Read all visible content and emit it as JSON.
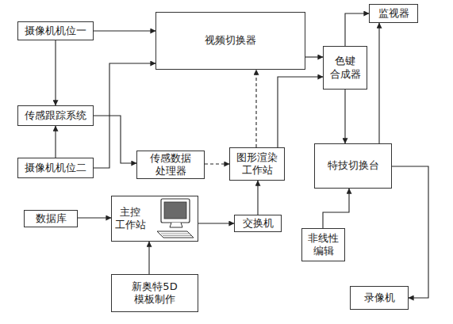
{
  "diagram": {
    "nodes": [
      {
        "text": [
          "摄像机机位一"
        ]
      },
      {
        "text": [
          "视频切换器"
        ]
      },
      {
        "text": [
          "色键 合成器"
        ]
      },
      {
        "text": [
          "监视器"
        ]
      },
      {
        "text": [
          "传感跟踪系统"
        ]
      },
      {
        "text": [
          "摄像机机位二"
        ]
      },
      {
        "text": [
          "传感数据 处理器"
        ]
      },
      {
        "text": [
          "图形渲染 工作站"
        ]
      },
      {
        "text": [
          "特技切换台"
        ]
      },
      {
        "text": [
          "数据库"
        ]
      },
      {
        "text": [
          "主控 工作站"
        ]
      },
      {
        "text": [
          "交换机"
        ]
      },
      {
        "text": [
          "非线性 编辑"
        ]
      },
      {
        "text": [
          "新奥特5D 模板制作"
        ]
      },
      {
        "text": [
          "录像机"
        ]
      }
    ],
    "edges": [
      {
        "from": 0,
        "to": 1,
        "arrow": "to"
      },
      {
        "from": 0,
        "to": 4,
        "arrow": "to"
      },
      {
        "from": 5,
        "to": 4,
        "arrow": "to"
      },
      {
        "from": 5,
        "to": 1,
        "arrow": "to"
      },
      {
        "from": 4,
        "to": 6,
        "arrow": "to"
      },
      {
        "from": 6,
        "to": 7,
        "arrow": "to"
      },
      {
        "from": 7,
        "to": 1,
        "arrow": "to"
      },
      {
        "from": 1,
        "to": 2,
        "arrow": "to"
      },
      {
        "from": 7,
        "to": 2,
        "arrow": "to"
      },
      {
        "from": 2,
        "to": 3,
        "arrow": "to"
      },
      {
        "from": 2,
        "to": 8,
        "arrow": "to"
      },
      {
        "from": 8,
        "to": 3,
        "arrow": "to"
      },
      {
        "from": 8,
        "to": 14,
        "arrow": "to"
      },
      {
        "from": 12,
        "to": 8,
        "arrow": "to"
      },
      {
        "from": 9,
        "to": 10,
        "arrow": "to"
      },
      {
        "from": 10,
        "to": 11,
        "arrow": "to"
      },
      {
        "from": 11,
        "to": 7,
        "arrow": "to"
      },
      {
        "from": 13,
        "to": 10,
        "arrow": "to"
      }
    ]
  }
}
